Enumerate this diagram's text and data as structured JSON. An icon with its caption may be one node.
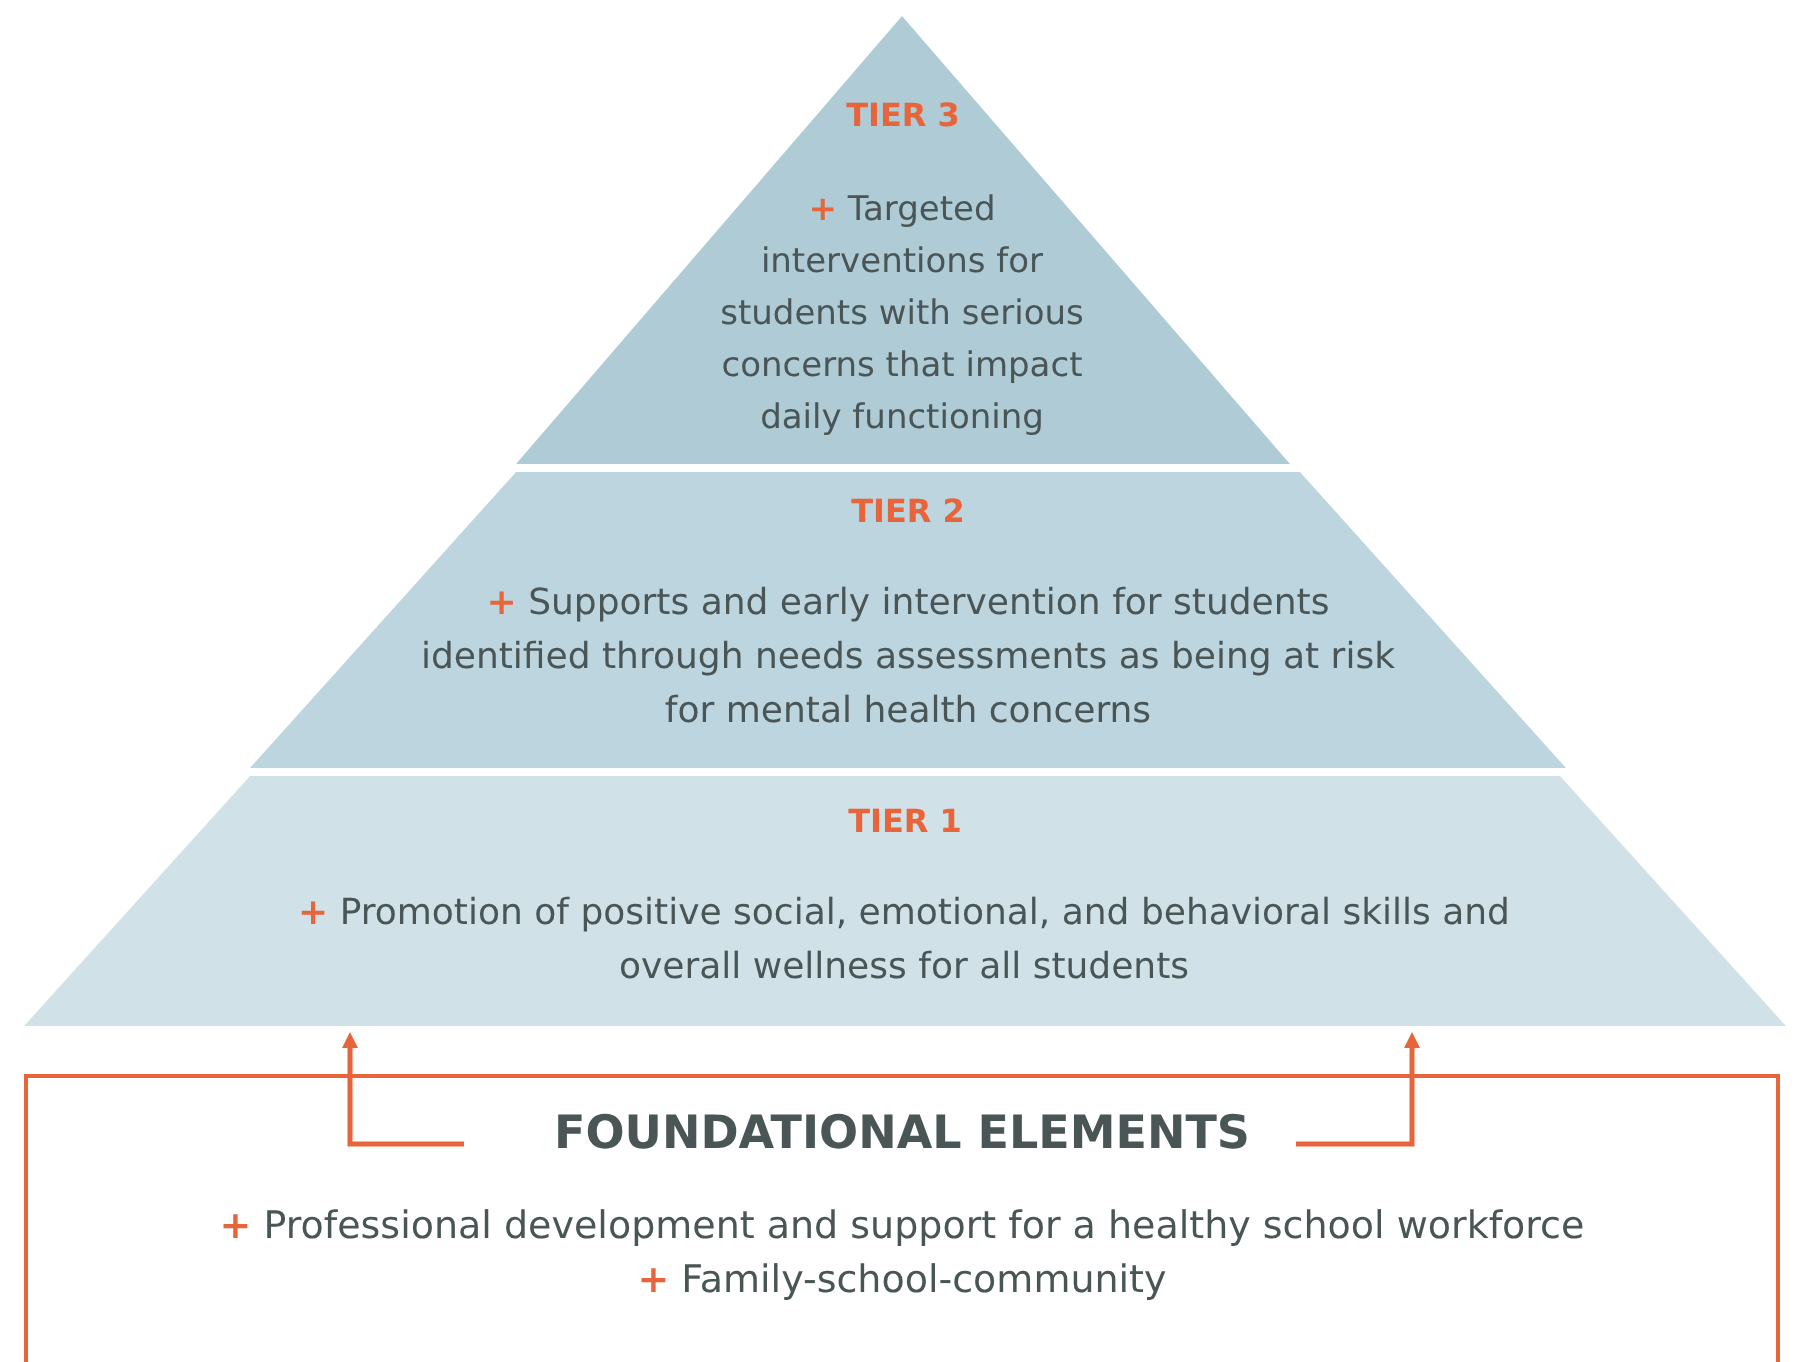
{
  "diagram": {
    "nodes": [
      {
        "text": [
          "TIER 3",
          "+ Targeted interventions for students with serious concerns that impact daily functioning"
        ]
      },
      {
        "text": [
          "TIER 2",
          "+ Supports and early intervention for students identified through needs assessments as being at risk for mental health concerns"
        ]
      },
      {
        "text": [
          "TIER 1",
          "+ Promotion of positive social, emotional, and behavioral skills and overall wellness for all students"
        ]
      },
      {
        "text": [
          "FOUNDATIONAL ELEMENTS",
          "+ Professional development and support for a healthy school workforce",
          "+ Family-school-community"
        ]
      }
    ],
    "edges": [
      {
        "from": 3,
        "to": 2,
        "arrow": "to"
      },
      {
        "from": 3,
        "to": 2,
        "arrow": "to"
      }
    ]
  }
}
